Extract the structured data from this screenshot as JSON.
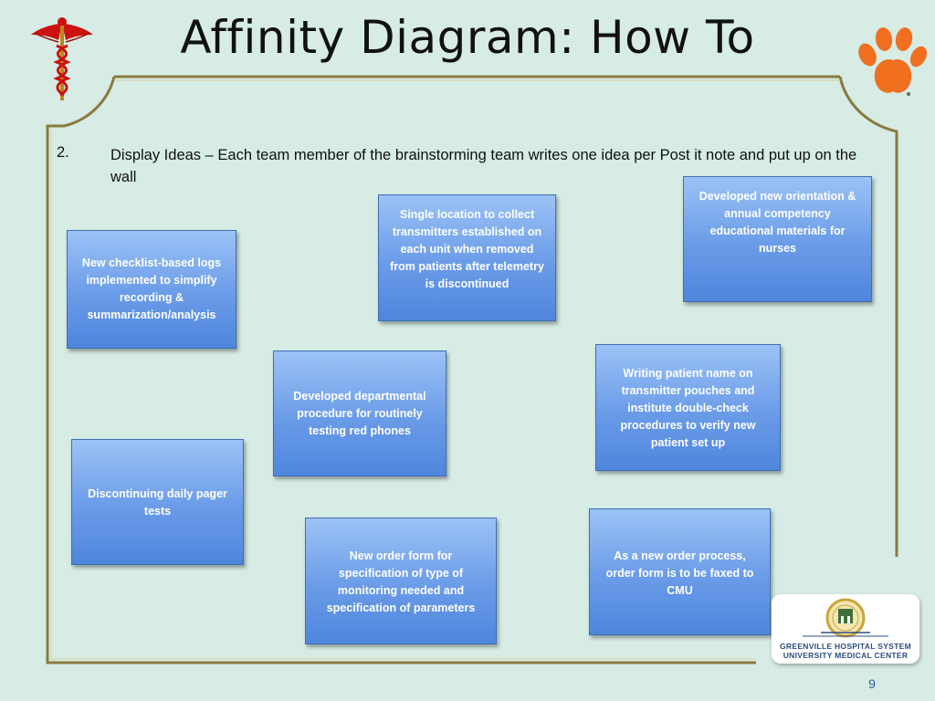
{
  "slide": {
    "title": "Affinity Diagram: How To",
    "item_number": "2.",
    "item_text": "Display Ideas – Each team member of the brainstorming team writes one idea per Post it note and put up on the wall",
    "page_number": "9"
  },
  "notes": [
    "Single location to collect transmitters established on each unit when removed from patients after telemetry is discontinued",
    "Developed new orientation & annual competency educational materials for nurses",
    "New checklist-based logs implemented to simplify recording & summarization/analysis",
    "Developed departmental procedure for routinely testing red phones",
    "Writing patient name on transmitter pouches and institute double-check procedures to verify new patient set up",
    "Discontinuing daily pager tests",
    "New order form  for specification of type of monitoring needed and specification of parameters",
    "As a new order process, order form is to be faxed to CMU"
  ],
  "logo": {
    "line1": "GREENVILLE HOSPITAL SYSTEM",
    "line2": "UNIVERSITY MEDICAL CENTER"
  },
  "icons": {
    "top_left": "caduceus-icon",
    "top_right": "tiger-paw-icon"
  },
  "colors": {
    "background": "#d6ece4",
    "frame": "#8a7a3e",
    "note": "#6a9be8"
  }
}
